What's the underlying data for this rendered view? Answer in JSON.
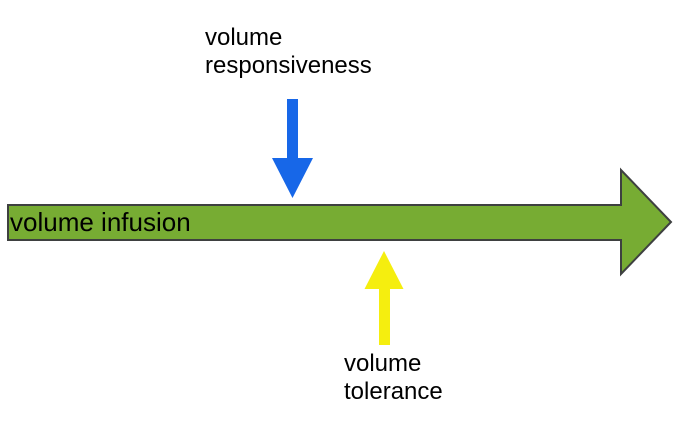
{
  "page": {
    "background": "#ffffff",
    "text_color": "#000000"
  },
  "colors": {
    "infusion_fill": "#77AC33",
    "infusion_border": "#3E4040",
    "responsiveness_arrow": "#1767E8",
    "tolerance_arrow": "#F5EE0F"
  },
  "timeline": {
    "label": "volume infusion"
  },
  "annotations": {
    "responsiveness": {
      "line1": "volume",
      "line2": "responsiveness",
      "arrow_direction": "down"
    },
    "tolerance": {
      "line1": "volume",
      "line2": "tolerance",
      "arrow_direction": "up"
    }
  }
}
